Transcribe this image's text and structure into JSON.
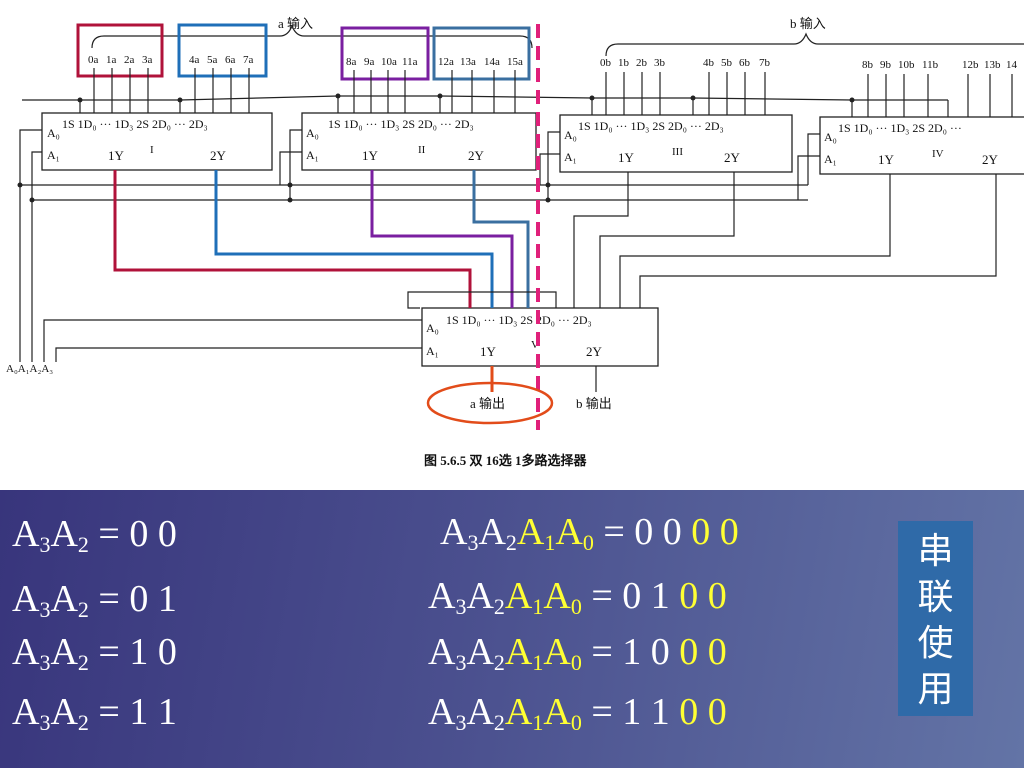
{
  "diagram": {
    "a_input_label": "a 输入",
    "b_input_label": "b 输入",
    "a_output_label": "a 输出",
    "b_output_label": "b 输出",
    "caption": "图 5.6.5    双 16选 1多路选择器",
    "select_inputs_label": "A₀A₁A₂A₃",
    "a_pins": [
      "0a",
      "1a",
      "2a",
      "3a",
      "4a",
      "5a",
      "6a",
      "7a",
      "8a",
      "9a",
      "10a",
      "11a",
      "12a",
      "13a",
      "14a",
      "15a"
    ],
    "b_pins": [
      "0b",
      "1b",
      "2b",
      "3b",
      "4b",
      "5b",
      "6b",
      "7b",
      "8b",
      "9b",
      "10b",
      "11b",
      "12b",
      "13b",
      "14"
    ],
    "chips": [
      {
        "id": "I",
        "top_pins": "1S 1D₀ ··· 1D₃  2S  2D₀ ··· 2D₃",
        "a0": "A₀",
        "a1": "A₁",
        "out1": "1Y",
        "out2": "2Y"
      },
      {
        "id": "II",
        "top_pins": "1S 1D₀ ··· 1D₃  2S  2D₀ ··· 2D₃",
        "a0": "A₀",
        "a1": "A₁",
        "out1": "1Y",
        "out2": "2Y"
      },
      {
        "id": "III",
        "top_pins": "1S 1D₀ ··· 1D₃  2S  2D₀ ··· 2D₃",
        "a0": "A₀",
        "a1": "A₁",
        "out1": "1Y",
        "out2": "2Y"
      },
      {
        "id": "IV",
        "top_pins": "1S 1D₀ ··· 1D₃  2S  2D₀ ···",
        "a0": "A₀",
        "a1": "A₁",
        "out1": "1Y",
        "out2": "2Y"
      },
      {
        "id": "V",
        "top_pins": "1S 1D₀ ··· 1D₃  2S  2D₀ ··· 2D₃",
        "a0": "A₀",
        "a1": "A₁",
        "out1": "1Y",
        "out2": "2Y"
      }
    ],
    "colors": {
      "red": "#b0123a",
      "blue": "#1f6fb8",
      "purple": "#7a1fa0",
      "steel": "#3a6fa0",
      "magenta": "#e0207a",
      "orange": "#e24c1a"
    }
  },
  "equations_left": [
    {
      "a": "A",
      "s3": "3",
      "b": "A",
      "s2": "2",
      "eq": " = 0 0"
    },
    {
      "a": "A",
      "s3": "3",
      "b": "A",
      "s2": "2",
      "eq": " = 0 1"
    },
    {
      "a": "A",
      "s3": "3",
      "b": "A",
      "s2": "2",
      "eq": " = 1 0"
    },
    {
      "a": "A",
      "s3": "3",
      "b": "A",
      "s2": "2",
      "eq": " = 1 1"
    }
  ],
  "equations_right": [
    {
      "base": " = 0 0 ",
      "low": "0 0"
    },
    {
      "base": " = 0 1 ",
      "low": "0 0"
    },
    {
      "base": " = 1 0 ",
      "low": "0 0"
    },
    {
      "base": " = 1 1 ",
      "low": "0 0"
    }
  ],
  "serial_badge": [
    "串",
    "联",
    "使",
    "用"
  ]
}
